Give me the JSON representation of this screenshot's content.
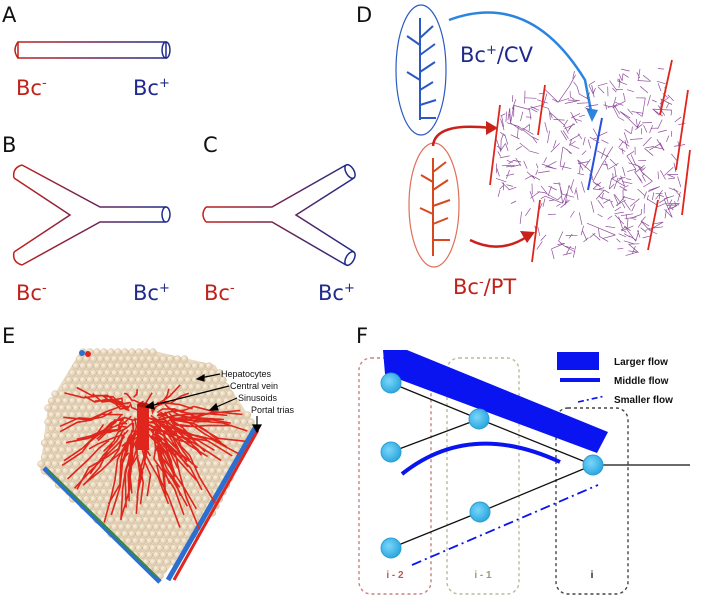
{
  "panels": {
    "A": {
      "label": "A",
      "left": "Bc",
      "left_sup": "-",
      "right": "Bc",
      "right_sup": "+"
    },
    "B": {
      "label": "B",
      "left": "Bc",
      "left_sup": "-",
      "right": "Bc",
      "right_sup": "+"
    },
    "C": {
      "label": "C",
      "left": "Bc",
      "left_sup": "-",
      "right": "Bc",
      "right_sup": "+"
    },
    "D": {
      "label": "D",
      "top_text": "Bc",
      "top_sup": "+",
      "top_suffix": "/CV",
      "bottom_text": "Bc",
      "bottom_sup": "-",
      "bottom_suffix": "/PT"
    },
    "E": {
      "label": "E",
      "annotations": [
        "Hepatocytes",
        "Central vein",
        "Sinusoids",
        "Portal trias"
      ]
    },
    "F": {
      "label": "F",
      "legend": [
        "Larger flow",
        "Middle flow",
        "Smaller flow"
      ],
      "columns": [
        "i - 2",
        "i - 1",
        "i"
      ]
    }
  },
  "colors": {
    "red": "#c0211a",
    "navy": "#1f2a8c",
    "blue": "#1a2ee6",
    "purple": "#7a2f8a",
    "node": "#3dbdf0"
  }
}
